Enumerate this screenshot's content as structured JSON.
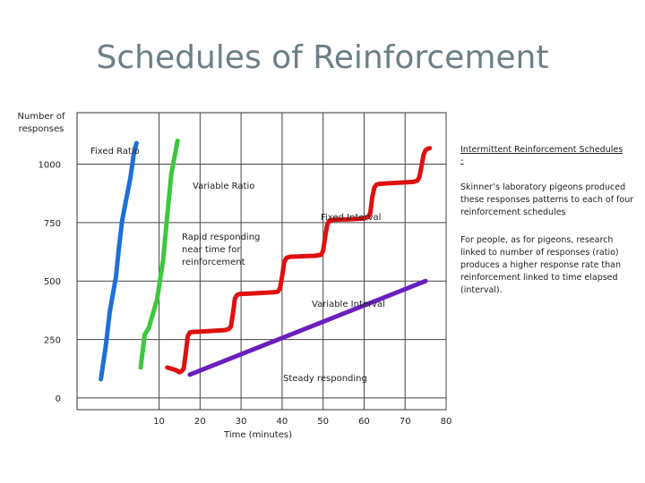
{
  "slide": {
    "title": "Schedules of Reinforcement"
  },
  "sidebar": {
    "heading": "Intermittent Reinforcement Schedules",
    "dash": "-",
    "para1": "Skinner’s laboratory pigeons produced these responses patterns to each of four reinforcement schedules",
    "para2": "For people, as for pigeons, research linked to number of responses (ratio) produces a higher response rate than reinforcement linked to time elapsed (interval)."
  },
  "colors": {
    "fixed_ratio": "#1f6fd8",
    "variable_ratio": "#3cc83c",
    "fixed_interval": "#e01010",
    "variable_interval": "#6a1fbf"
  },
  "chart_data": {
    "type": "line",
    "title": "",
    "xlabel": "Time (minutes)",
    "ylabel": "Number of responses",
    "xlim": [
      -10,
      80
    ],
    "ylim": [
      -50,
      1220
    ],
    "x_ticks": [
      10,
      20,
      30,
      40,
      50,
      60,
      70,
      80
    ],
    "y_ticks": [
      0,
      250,
      500,
      750,
      1000
    ],
    "grid": false,
    "annotations": [
      {
        "text": "Fixed Ratio",
        "series": "Fixed Ratio"
      },
      {
        "text": "Variable Ratio",
        "series": "Variable Ratio"
      },
      {
        "text": "Fixed Interval",
        "series": "Fixed Interval"
      },
      {
        "text": "Rapid responding near time for reinforcement",
        "series": "Fixed Interval"
      },
      {
        "text": "Variable Interval",
        "series": "Variable Interval"
      },
      {
        "text": "Steady responding",
        "series": "Variable Interval"
      }
    ],
    "series": [
      {
        "name": "Fixed Ratio",
        "color": "#1f6fd8",
        "x": [
          -4.2,
          -3.0,
          -2.0,
          -0.5,
          0.2,
          1.0,
          2.0,
          3.0,
          3.8,
          4.5
        ],
        "y": [
          80,
          220,
          370,
          520,
          640,
          760,
          850,
          940,
          1040,
          1090
        ]
      },
      {
        "name": "Variable Ratio",
        "color": "#3cc83c",
        "x": [
          5.5,
          6.5,
          7.5,
          9.5,
          11.0,
          12.0,
          13.0,
          14.5
        ],
        "y": [
          130,
          270,
          300,
          420,
          590,
          780,
          960,
          1100
        ]
      },
      {
        "name": "Fixed Interval",
        "color": "#e01010",
        "x": [
          12,
          14,
          15,
          15.5,
          16,
          16.5,
          17,
          17.5,
          18,
          20,
          22,
          24,
          26,
          27,
          27.5,
          28,
          28.5,
          29,
          29.5,
          30,
          32,
          34,
          36,
          38,
          39,
          39.5,
          40,
          40.5,
          41,
          41.5,
          42,
          44,
          46,
          48,
          49.5,
          50,
          50.5,
          51,
          51.5,
          52,
          52.5,
          54,
          56,
          58,
          60,
          61,
          61.5,
          62,
          62.5,
          63,
          63.5,
          64,
          66,
          68,
          70,
          72,
          73,
          73.5,
          74,
          74.5,
          75,
          75.5,
          76
        ],
        "y": [
          130,
          120,
          110,
          115,
          125,
          190,
          265,
          280,
          282,
          284,
          286,
          288,
          290,
          295,
          305,
          360,
          425,
          440,
          444,
          445,
          446,
          448,
          450,
          452,
          455,
          470,
          520,
          580,
          598,
          602,
          604,
          605,
          607,
          608,
          612,
          630,
          690,
          740,
          758,
          760,
          762,
          763,
          764,
          766,
          768,
          774,
          790,
          860,
          900,
          912,
          915,
          916,
          918,
          920,
          922,
          924,
          930,
          945,
          990,
          1040,
          1060,
          1066,
          1068
        ]
      },
      {
        "name": "Variable Interval",
        "color": "#6a1fbf",
        "x": [
          17.5,
          75
        ],
        "y": [
          100,
          500
        ]
      }
    ]
  }
}
